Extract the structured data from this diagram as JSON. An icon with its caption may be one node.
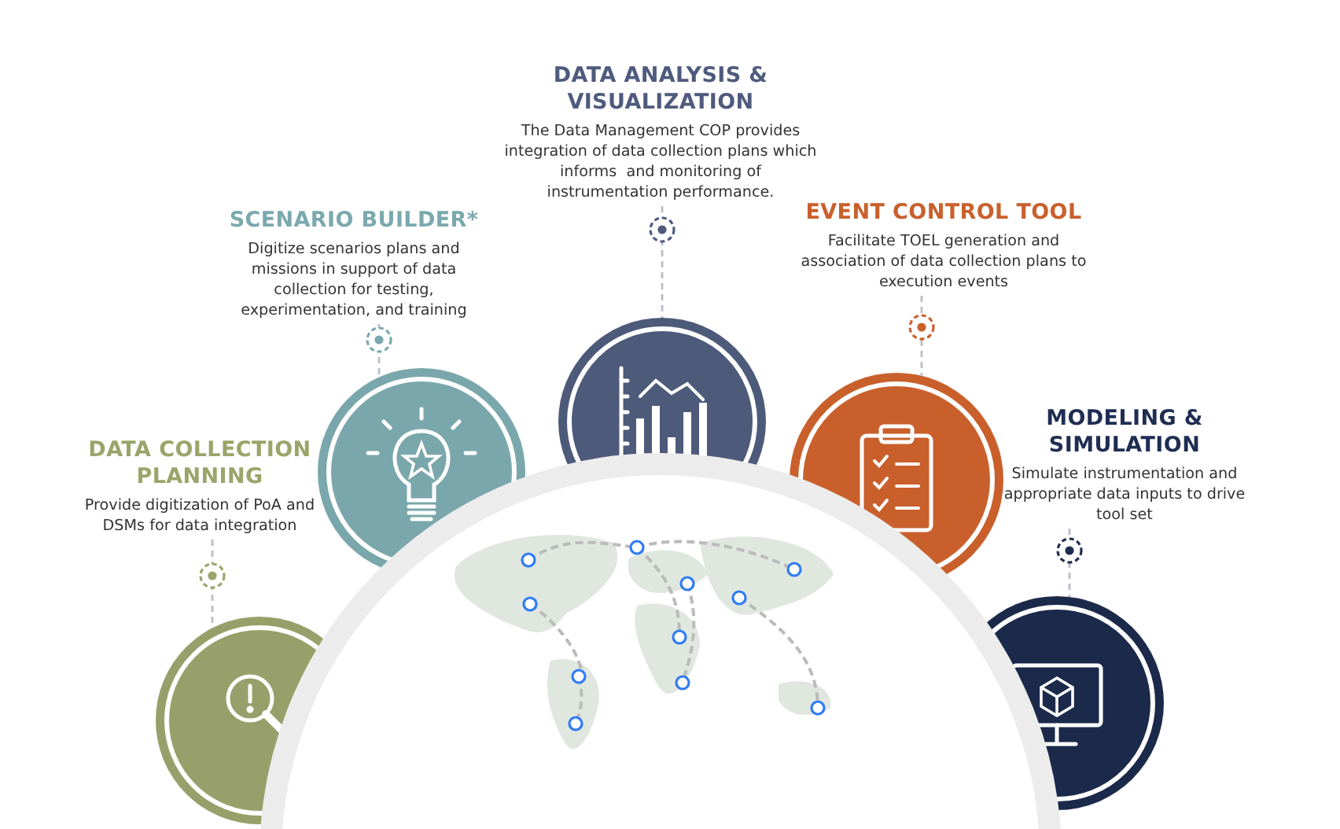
{
  "diagram": {
    "nodes": [
      {
        "text": [
          "DATA COLLECTION PLANNING",
          "Provide digitization of PoA and DSMs for data integration"
        ]
      },
      {
        "text": [
          "SCENARIO BUILDER*",
          "Digitize scenarios plans and missions in support of data collection for testing, experimentation, and training"
        ]
      },
      {
        "text": [
          "DATA ANALYSIS & VISUALIZATION",
          "The Data Management COP provides integration of data collection plans which informs  and monitoring of instrumentation performance."
        ]
      },
      {
        "text": [
          "EVENT CONTROL TOOL",
          "Facilitate TOEL generation and association of data collection plans to execution events"
        ]
      },
      {
        "text": [
          "MODELING & SIMULATION",
          "Simulate instrumentation and appropriate data inputs to drive tool set"
        ]
      },
      {
        "text": [],
        "shape": "circle"
      },
      {
        "text": [],
        "shape": "circle"
      },
      {
        "text": [],
        "shape": "circle"
      },
      {
        "text": [],
        "shape": "circle"
      },
      {
        "text": [],
        "shape": "circle"
      }
    ],
    "edges": [
      {
        "from": 0,
        "to": 5,
        "arrow": "none",
        "style": "dashed"
      },
      {
        "from": 1,
        "to": 6,
        "arrow": "none",
        "style": "dashed"
      },
      {
        "from": 2,
        "to": 7,
        "arrow": "none",
        "style": "dashed"
      },
      {
        "from": 3,
        "to": 8,
        "arrow": "none",
        "style": "dashed"
      },
      {
        "from": 4,
        "to": 9,
        "arrow": "none",
        "style": "dashed"
      }
    ]
  }
}
